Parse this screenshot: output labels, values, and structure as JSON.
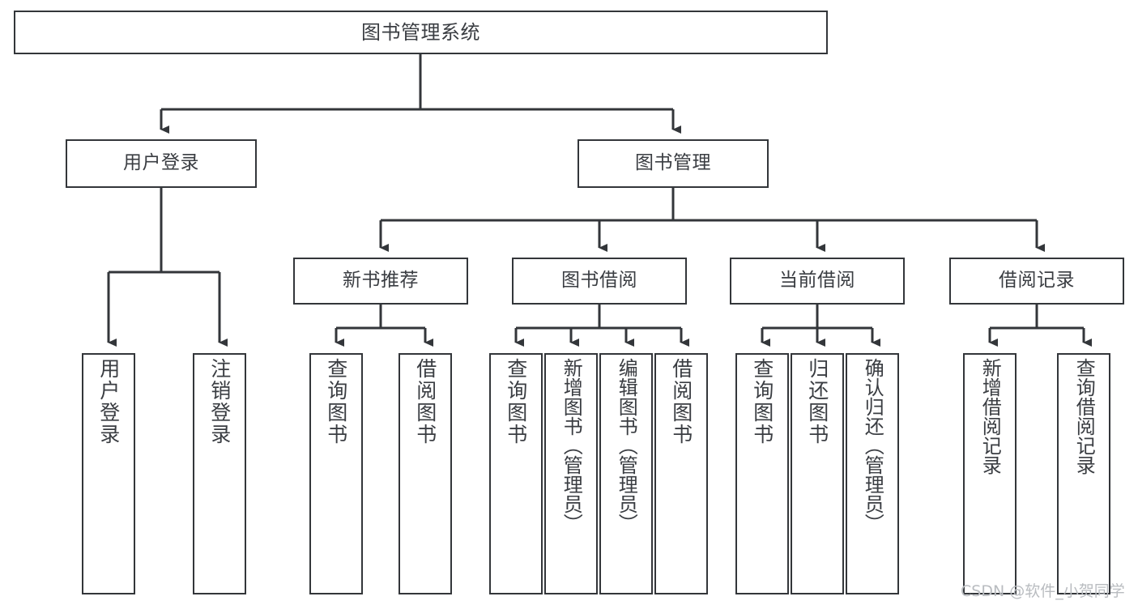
{
  "diagram": {
    "title": "图书管理系统",
    "type": "tree",
    "root": {
      "label": "图书管理系统"
    },
    "level2": [
      {
        "label": "用户登录"
      },
      {
        "label": "图书管理"
      }
    ],
    "level3": [
      {
        "label": "新书推荐"
      },
      {
        "label": "图书借阅"
      },
      {
        "label": "当前借阅"
      },
      {
        "label": "借阅记录"
      }
    ],
    "leaves": {
      "user_login": [
        {
          "label": "用户登录"
        },
        {
          "label": "注销登录"
        }
      ],
      "new_book_recommend": [
        {
          "label": "查询图书"
        },
        {
          "label": "借阅图书"
        }
      ],
      "book_borrow": [
        {
          "label": "查询图书"
        },
        {
          "label": "新增图书（管理员）"
        },
        {
          "label": "编辑图书（管理员）"
        },
        {
          "label": "借阅图书"
        }
      ],
      "current_borrow": [
        {
          "label": "查询图书"
        },
        {
          "label": "归还图书"
        },
        {
          "label": "确认归还（管理员）"
        }
      ],
      "borrow_record": [
        {
          "label": "新增借阅记录"
        },
        {
          "label": "查询借阅记录"
        }
      ]
    }
  },
  "watermark": {
    "text": "CSDN @软件_小贺同学"
  },
  "colors": {
    "stroke": "#33363a",
    "text": "#3a3d42",
    "background": "#ffffff",
    "watermark": "#b9bcc0"
  }
}
